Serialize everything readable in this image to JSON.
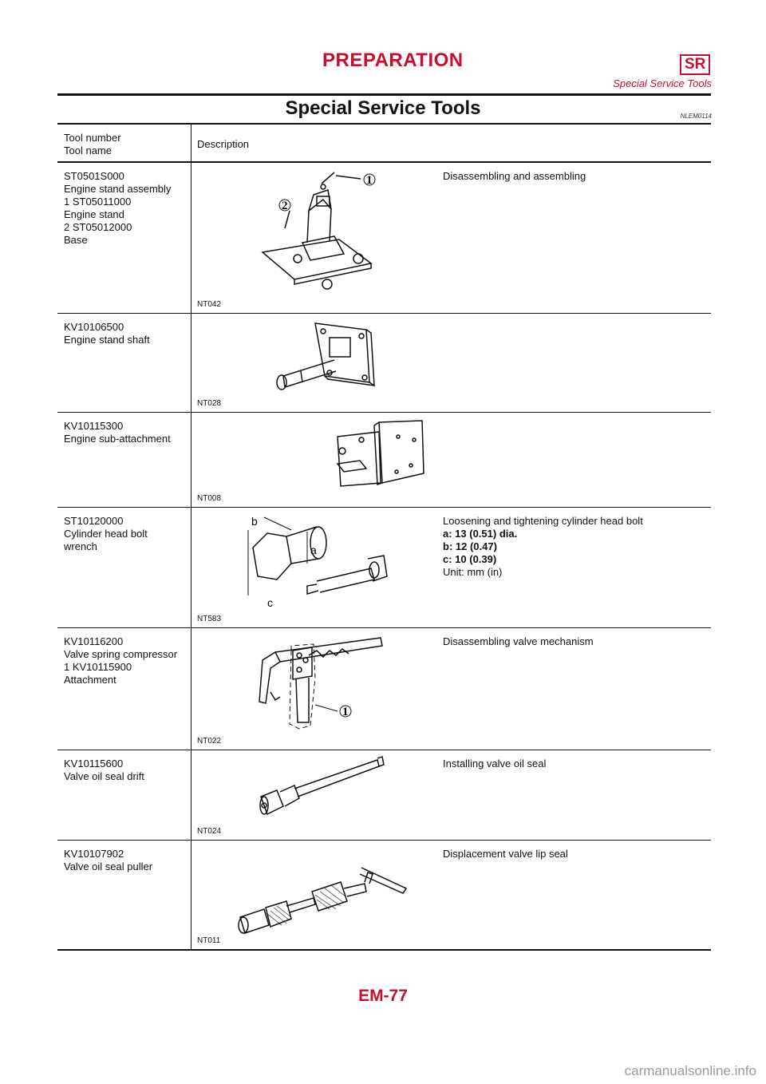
{
  "header": {
    "title": "PREPARATION",
    "badge": "SR",
    "subtitle": "Special Service Tools"
  },
  "section": {
    "title": "Special Service Tools",
    "ref": "NLEM0114"
  },
  "table": {
    "head_col1": [
      "Tool number",
      "Tool name"
    ],
    "head_col2": "Description",
    "rows": [
      {
        "lines": [
          "ST0501S000",
          "Engine stand assembly",
          "1 ST05011000",
          "Engine stand",
          "2 ST05012000",
          "Base"
        ],
        "code": "NT042",
        "callouts": [
          "1",
          "2"
        ],
        "desc": [
          "Disassembling and assembling"
        ]
      },
      {
        "lines": [
          "KV10106500",
          "Engine stand shaft"
        ],
        "code": "NT028",
        "desc": []
      },
      {
        "lines": [
          "KV10115300",
          "Engine sub-attachment"
        ],
        "code": "NT008",
        "desc": []
      },
      {
        "lines": [
          "ST10120000",
          "Cylinder head bolt",
          "wrench"
        ],
        "code": "NT583",
        "fig_labels": [
          "b",
          "a",
          "c"
        ],
        "desc": [
          "Loosening and tightening cylinder head bolt",
          "a: 13 (0.51) dia.",
          "b: 12 (0.47)",
          "c: 10 (0.39)",
          "Unit: mm (in)"
        ]
      },
      {
        "lines": [
          "KV10116200",
          "Valve spring compressor",
          "1 KV10115900",
          "Attachment"
        ],
        "code": "NT022",
        "callouts": [
          "1"
        ],
        "desc": [
          "Disassembling valve mechanism"
        ]
      },
      {
        "lines": [
          "KV10115600",
          "Valve oil seal drift"
        ],
        "code": "NT024",
        "desc": [
          "Installing valve oil seal"
        ]
      },
      {
        "lines": [
          "KV10107902",
          "Valve oil seal puller"
        ],
        "code": "NT011",
        "desc": [
          "Displacement valve lip seal"
        ]
      }
    ]
  },
  "footer": {
    "page": "EM-77",
    "watermark": "carmanualsonline.info"
  }
}
